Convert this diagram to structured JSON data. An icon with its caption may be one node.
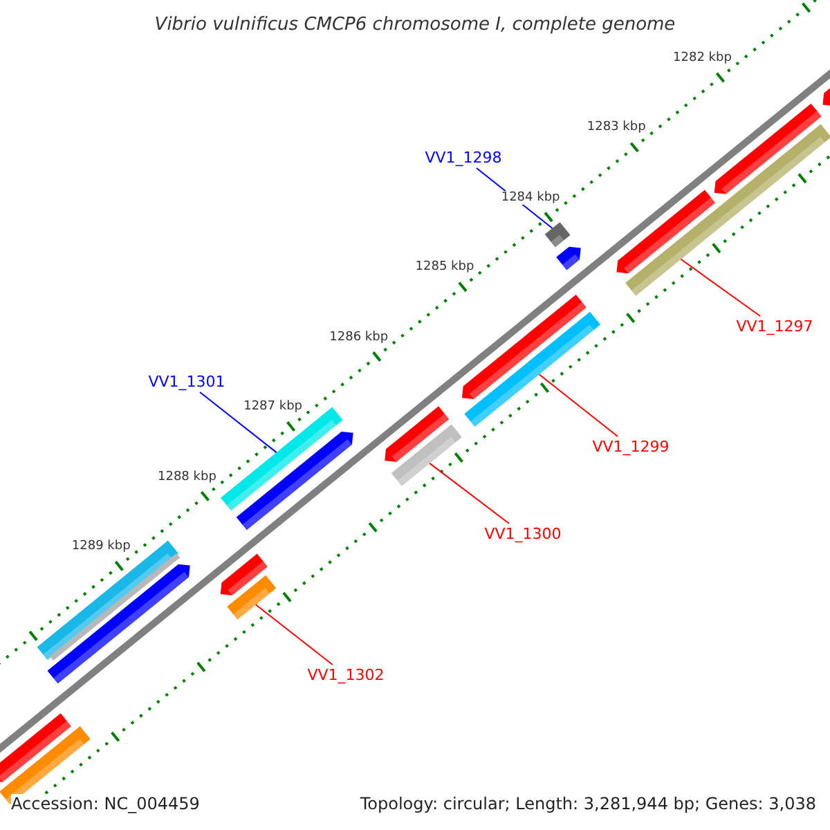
{
  "diagram": {
    "title": "Vibrio vulnificus CMCP6 chromosome I, complete genome",
    "nodes": [
      {
        "text": [
          "VV1_1298"
        ]
      },
      {
        "text": [
          "VV1_1297"
        ]
      },
      {
        "text": [
          "VV1_1301"
        ]
      },
      {
        "text": [
          "VV1_1299"
        ]
      },
      {
        "text": [
          "VV1_1300"
        ]
      },
      {
        "text": [
          "VV1_1302"
        ]
      },
      {
        "text": [],
        "shape": "bar"
      },
      {
        "text": [],
        "shape": "bar"
      },
      {
        "text": [],
        "shape": "bar"
      },
      {
        "text": [],
        "shape": "bar"
      },
      {
        "text": [],
        "shape": "bar"
      },
      {
        "text": [],
        "shape": "bar"
      }
    ],
    "edges": [
      {
        "from": 0,
        "to": 6,
        "arrow": "none",
        "color": "#0000ff"
      },
      {
        "from": 1,
        "to": 7,
        "arrow": "none"
      },
      {
        "from": 2,
        "to": 8,
        "arrow": "none",
        "color": "#0000ff"
      },
      {
        "from": 3,
        "to": 9,
        "arrow": "none"
      },
      {
        "from": 4,
        "to": 10,
        "arrow": "none"
      },
      {
        "from": 5,
        "to": 11,
        "arrow": "none"
      }
    ],
    "labels": [
      "1282 kbp",
      "1283 kbp",
      "1284 kbp",
      "1285 kbp",
      "1286 kbp",
      "1287 kbp",
      "1288 kbp",
      "1289 kbp",
      "Accession: NC_004459",
      "Topology: circular; Length: 3,281,944 bp; Genes: 3,038"
    ]
  }
}
